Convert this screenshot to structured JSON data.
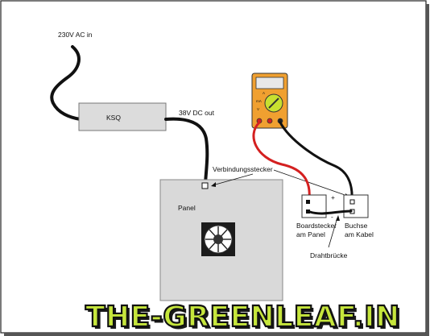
{
  "labels": {
    "ac_in": "230V AC in",
    "ksq": "KSQ",
    "dc_out": "38V DC out",
    "verbindungsstecker": "Verbindungsstecker",
    "panel": "Panel",
    "boardstecker_1": "Boardstecker",
    "boardstecker_2": "am Panel",
    "buchse_1": "Buchse",
    "buchse_2": "am Kabel",
    "drahtbruecke": "Drahtbrücke",
    "plus": "+",
    "minus": "-",
    "meter_a": "A",
    "meter_ma": "mA",
    "meter_v": "V"
  },
  "watermark": "THE-GREENLEAF.IN",
  "colors": {
    "wire_black": "#111111",
    "wire_red": "#d42020",
    "meter_body": "#f0a030",
    "meter_dial": "#c8e030",
    "panel_fill": "#d9d9d9",
    "ksq_fill": "#dcdcdc",
    "logo_fill": "#c6e63c"
  }
}
